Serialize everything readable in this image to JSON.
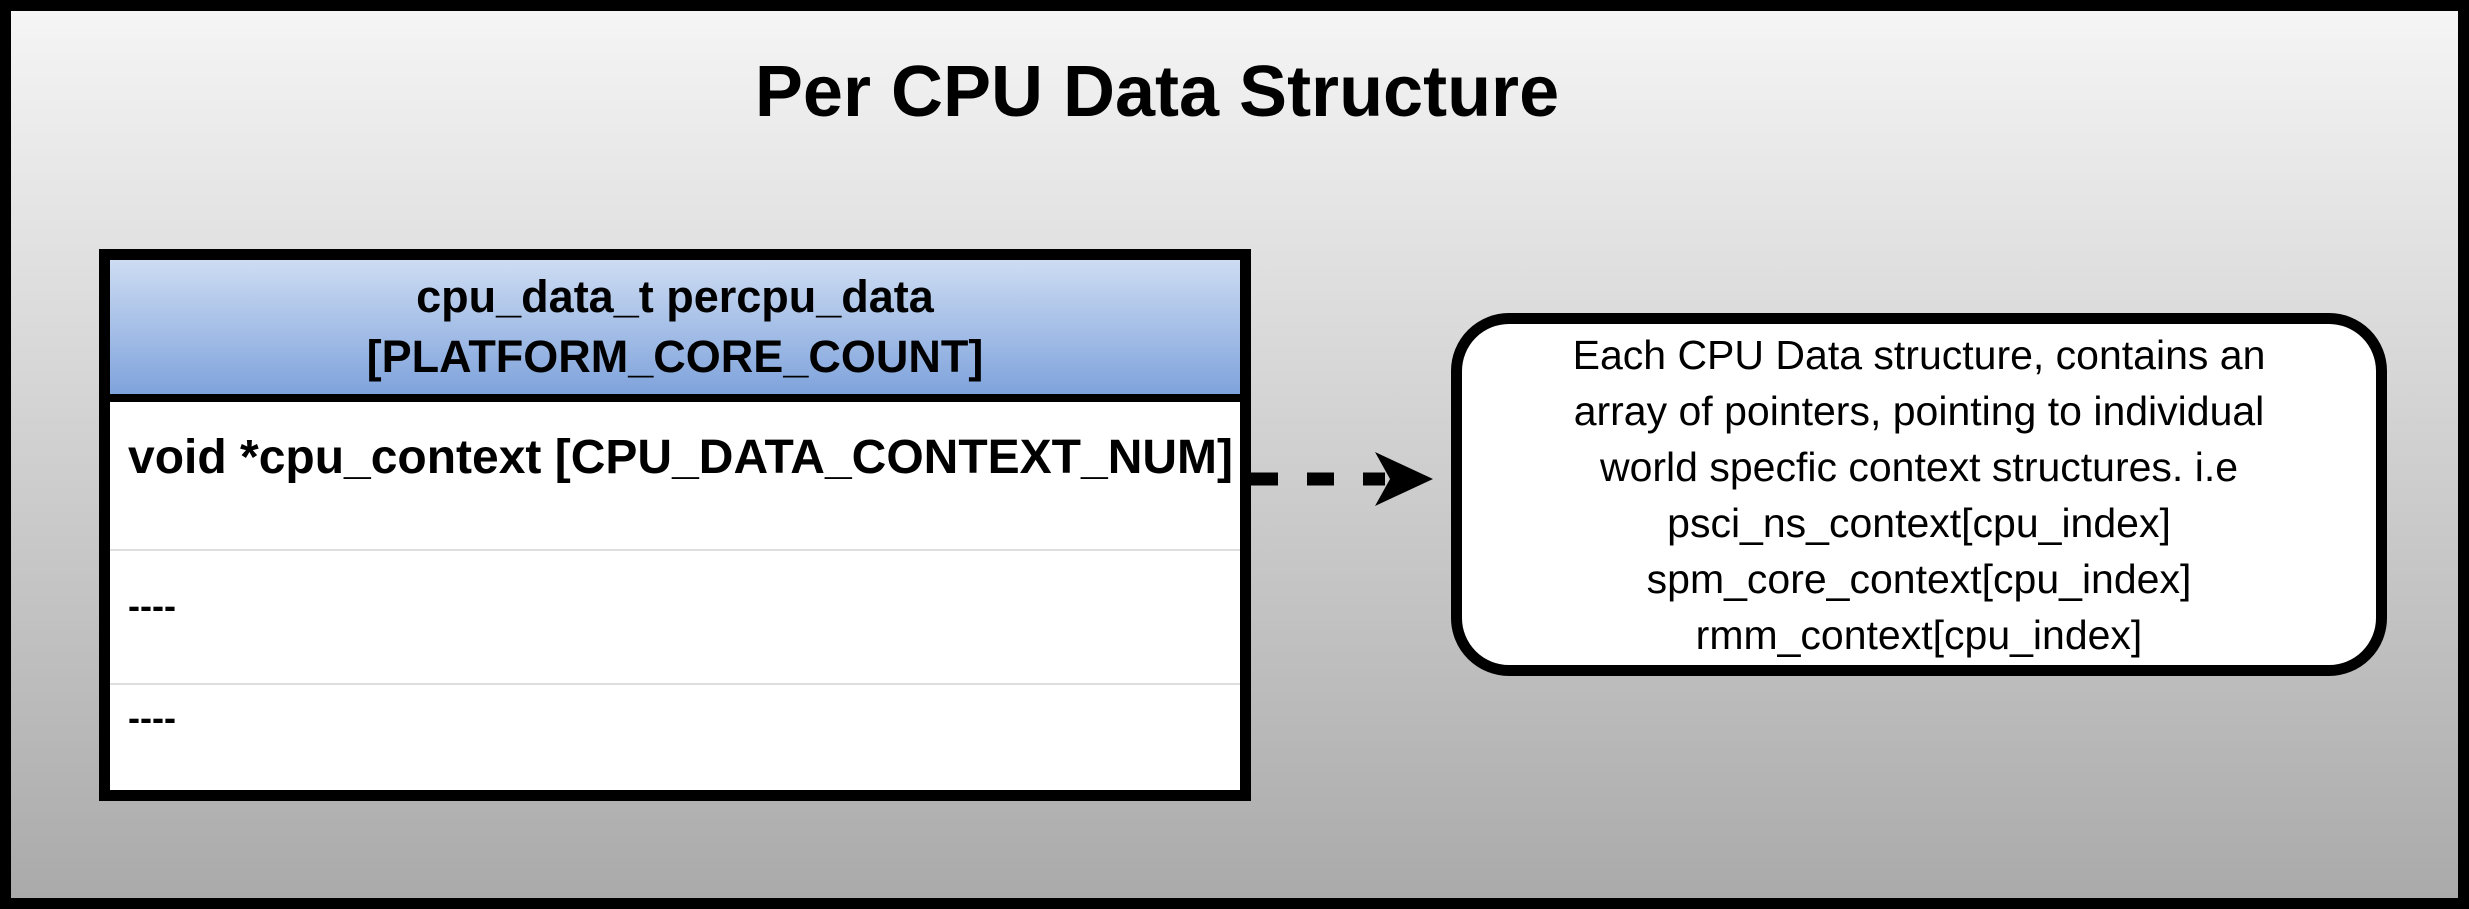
{
  "page": {
    "title": "Per CPU Data Structure"
  },
  "colors": {
    "frame_border": "#000000",
    "background_top": "#f5f5f5",
    "background_bottom": "#aaaaaa",
    "header_blue_top": "#cddcf2",
    "header_blue_bottom": "#7fa3dc",
    "row_separator": "#dedede",
    "note_bg": "#ffffff",
    "arrow_color": "#000000"
  },
  "struct_table": {
    "header": "cpu_data_t percpu_data\n[PLATFORM_CORE_COUNT]",
    "rows": [
      {
        "label": "void *cpu_context [CPU_DATA_CONTEXT_NUM]"
      },
      {
        "label": "----"
      },
      {
        "label": "----"
      }
    ]
  },
  "arrow": {
    "style": "dashed",
    "direction": "right"
  },
  "note": {
    "text": "Each CPU Data structure, contains an\narray of pointers, pointing to individual\nworld specfic context structures. i.e\npsci_ns_context[cpu_index]\nspm_core_context[cpu_index]\nrmm_context[cpu_index]"
  }
}
